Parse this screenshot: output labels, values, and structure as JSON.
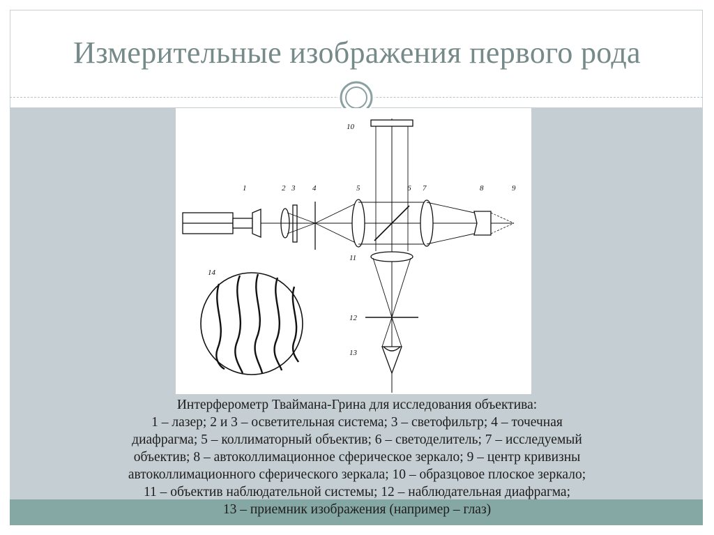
{
  "slide": {
    "title": "Измерительные изображения первого рода"
  },
  "figure": {
    "labels": {
      "l1": "1",
      "l2": "2",
      "l3": "3",
      "l4": "4",
      "l5": "5",
      "l6": "6",
      "l7": "7",
      "l8": "8",
      "l9": "9",
      "l10": "10",
      "l11": "11",
      "l12": "12",
      "l13": "13",
      "l14": "14"
    }
  },
  "caption": {
    "lines": [
      "Интерферометр Тваймана-Грина для исследования объектива:",
      "1 – лазер; 2 и 3 – осветительная система; 3 – светофильтр; 4 – точечная",
      "диафрагма; 5 – коллиматорный объектив; 6 – светоделитель; 7 – исследуемый",
      "объектив; 8 – автоколлимационное сферическое зеркало; 9 – центр кривизны",
      "автоколлимационного сферического зеркала; 10 – образцовое плоское зеркало;",
      "11 – объектив наблюдательной системы; 12 – наблюдательная диафрагма;",
      "13 – приемник изображения (например – глаз)"
    ]
  },
  "colors": {
    "title": "#758a89",
    "panel": "#c5cfd3",
    "band": "#86a8a4"
  }
}
